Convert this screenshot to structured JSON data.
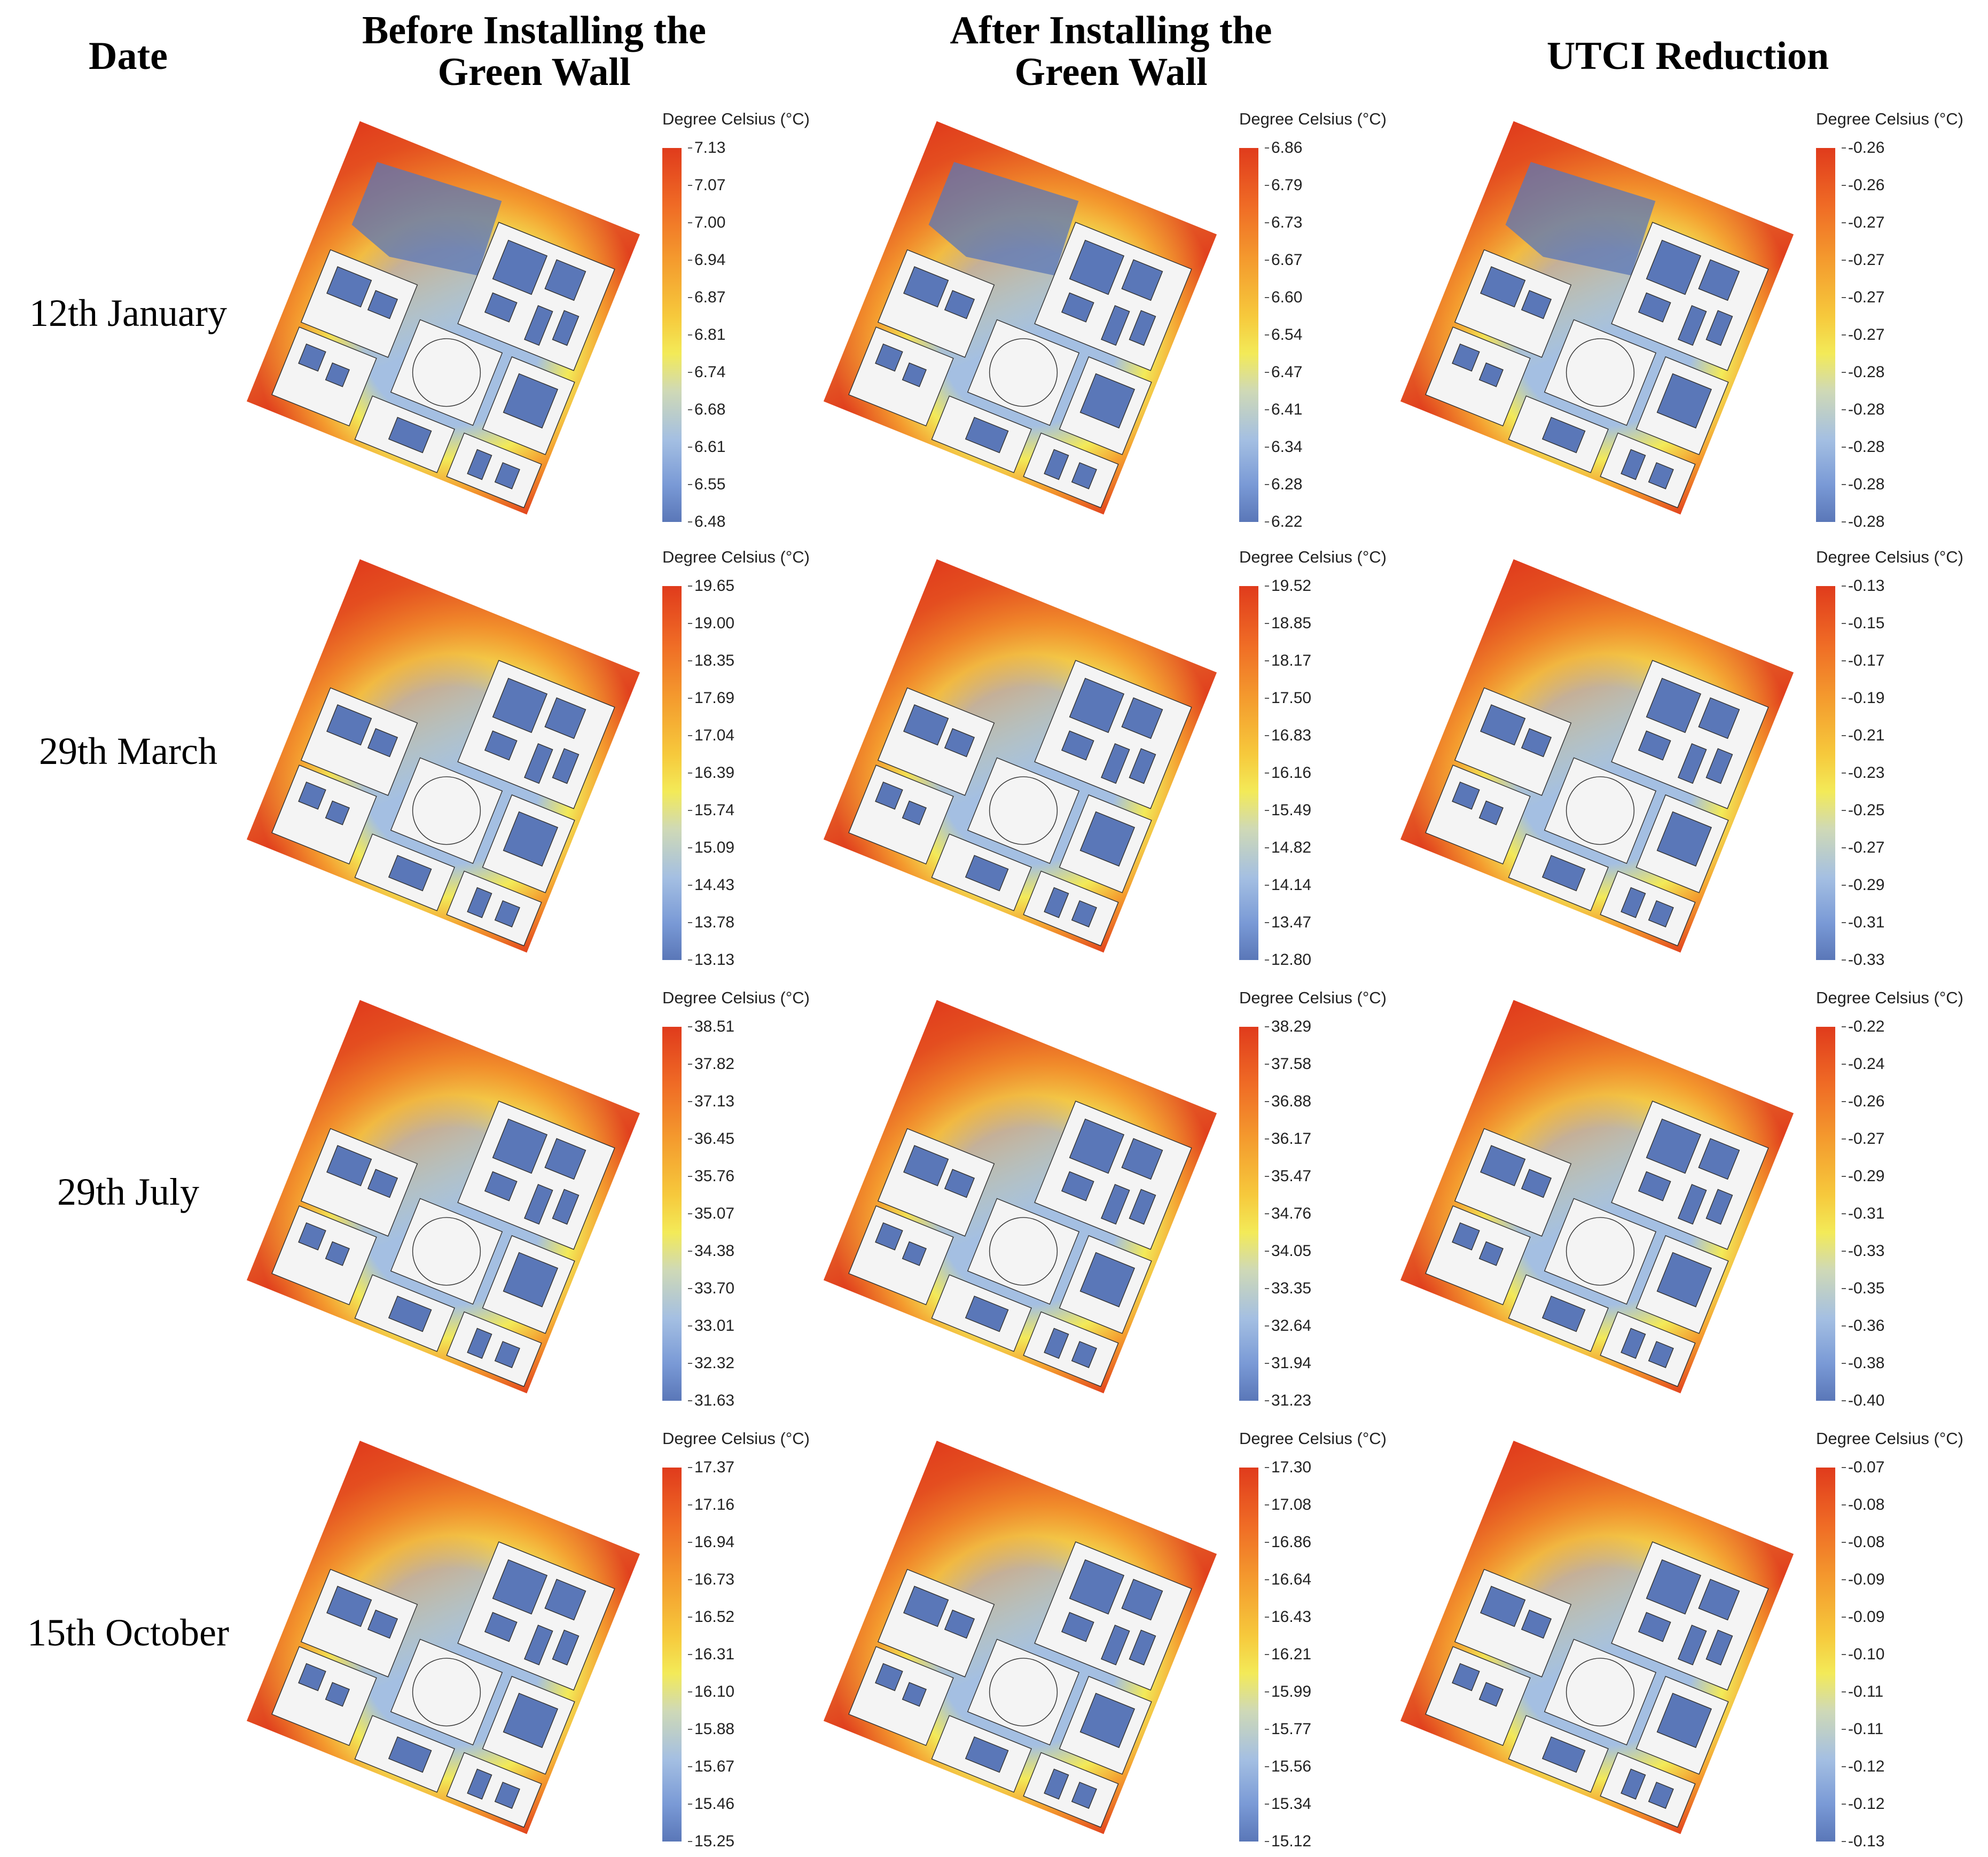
{
  "headers": {
    "date": "Date",
    "before": [
      "Before Installing the",
      "Green Wall"
    ],
    "after": [
      "After Installing the",
      "Green Wall"
    ],
    "reduction": "UTCI Reduction"
  },
  "legend_title": "Degree Celsius (°C)",
  "rows": [
    {
      "date": "12th January",
      "before": [
        "7.13",
        "7.07",
        "7.00",
        "6.94",
        "6.87",
        "6.81",
        "6.74",
        "6.68",
        "6.61",
        "6.55",
        "6.48"
      ],
      "after": [
        "6.86",
        "6.79",
        "6.73",
        "6.67",
        "6.60",
        "6.54",
        "6.47",
        "6.41",
        "6.34",
        "6.28",
        "6.22"
      ],
      "reduction": [
        "-0.26",
        "-0.26",
        "-0.27",
        "-0.27",
        "-0.27",
        "-0.27",
        "-0.28",
        "-0.28",
        "-0.28",
        "-0.28",
        "-0.28"
      ]
    },
    {
      "date": "29th March",
      "before": [
        "19.65",
        "19.00",
        "18.35",
        "17.69",
        "17.04",
        "16.39",
        "15.74",
        "15.09",
        "14.43",
        "13.78",
        "13.13"
      ],
      "after": [
        "19.52",
        "18.85",
        "18.17",
        "17.50",
        "16.83",
        "16.16",
        "15.49",
        "14.82",
        "14.14",
        "13.47",
        "12.80"
      ],
      "reduction": [
        "-0.13",
        "-0.15",
        "-0.17",
        "-0.19",
        "-0.21",
        "-0.23",
        "-0.25",
        "-0.27",
        "-0.29",
        "-0.31",
        "-0.33"
      ]
    },
    {
      "date": "29th July",
      "before": [
        "38.51",
        "37.82",
        "37.13",
        "36.45",
        "35.76",
        "35.07",
        "34.38",
        "33.70",
        "33.01",
        "32.32",
        "31.63"
      ],
      "after": [
        "38.29",
        "37.58",
        "36.88",
        "36.17",
        "35.47",
        "34.76",
        "34.05",
        "33.35",
        "32.64",
        "31.94",
        "31.23"
      ],
      "reduction": [
        "-0.22",
        "-0.24",
        "-0.26",
        "-0.27",
        "-0.29",
        "-0.31",
        "-0.33",
        "-0.35",
        "-0.36",
        "-0.38",
        "-0.40"
      ]
    },
    {
      "date": "15th October",
      "before": [
        "17.37",
        "17.16",
        "16.94",
        "16.73",
        "16.52",
        "16.31",
        "16.10",
        "15.88",
        "15.67",
        "15.46",
        "15.25"
      ],
      "after": [
        "17.30",
        "17.08",
        "16.86",
        "16.64",
        "16.43",
        "16.21",
        "15.99",
        "15.77",
        "15.56",
        "15.34",
        "15.12"
      ],
      "reduction": [
        "-0.07",
        "-0.08",
        "-0.08",
        "-0.09",
        "-0.09",
        "-0.10",
        "-0.11",
        "-0.11",
        "-0.12",
        "-0.12",
        "-0.13"
      ]
    }
  ],
  "colors": {
    "hot": "#e03b1c",
    "warm": "#f49b2e",
    "mid": "#f3ea58",
    "cool": "#a4bfe2",
    "cold": "#5a77b8",
    "building": "#f4f4f4",
    "outline": "#333333"
  }
}
